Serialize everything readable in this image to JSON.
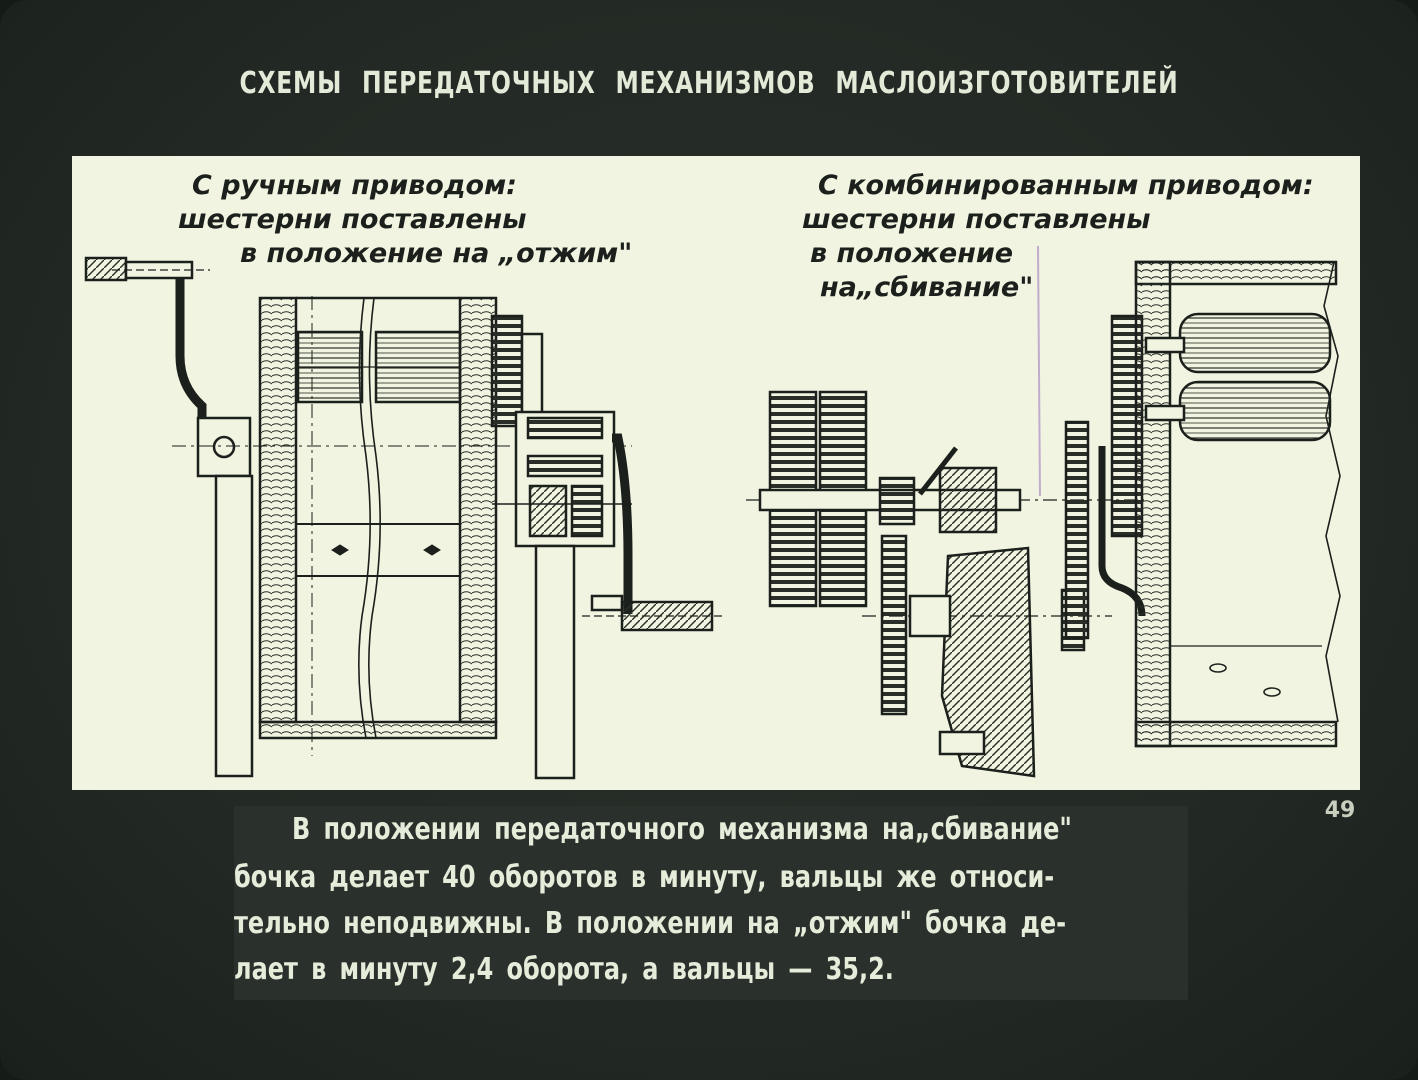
{
  "slide": {
    "title": "СХЕМЫ ПЕРЕДАТОЧНЫХ МЕХАНИЗМОВ МАСЛОИЗГОТОВИТЕЛЕЙ",
    "number": "49"
  },
  "diagram": {
    "left_caption": {
      "line1": "С ручным приводом:",
      "line2": "шестерни поставлены",
      "line3": "в положение на „отжим\""
    },
    "right_caption": {
      "line1": "С комбинированным приводом:",
      "line2": "шестерни поставлены",
      "line3": "в положение",
      "line4": "на„сбивание\""
    }
  },
  "description": {
    "line1": "В положении передаточного механизма на„сбивание\"",
    "line2": "бочка делает 40 оборотов в минуту, вальцы же относи-",
    "line3": "тельно неподвижны. В положении на „отжим\" бочка де-",
    "line4": "лает в минуту 2,4 оборота, а вальцы — 35,2."
  },
  "colors": {
    "background": "#232924",
    "panel": "#f0f4e0",
    "ink": "#1c201c",
    "text_light": "#e4ead8"
  }
}
